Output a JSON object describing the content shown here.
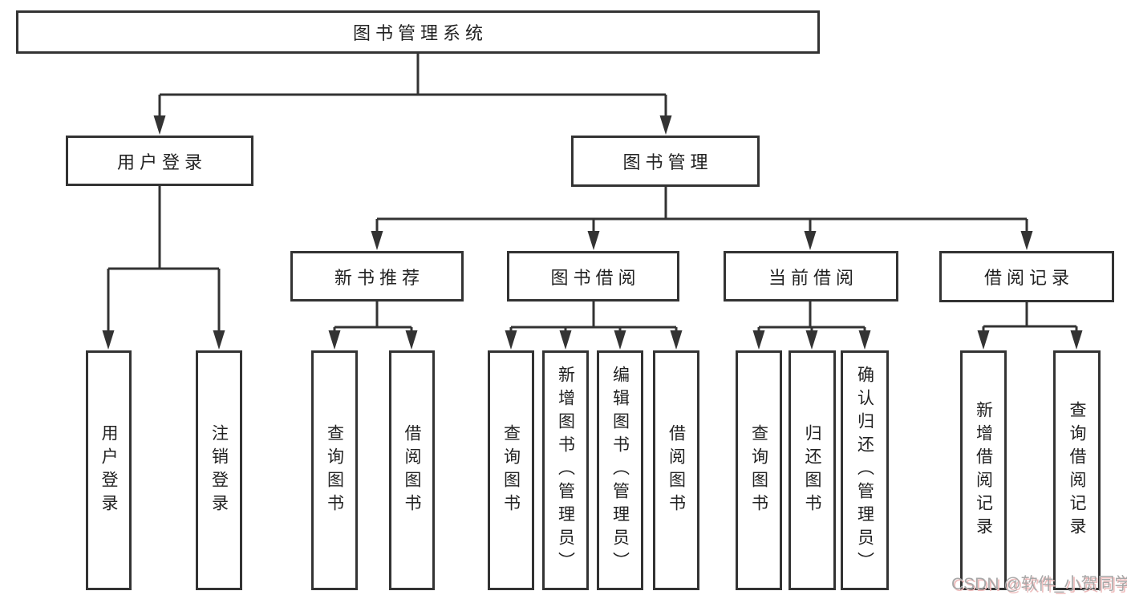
{
  "nodes": {
    "root": "图书管理系统",
    "level2": {
      "user_login": "用户登录",
      "book_management": "图书管理"
    },
    "level3": {
      "new_book_recommend": "新书推荐",
      "book_borrowing": "图书借阅",
      "current_borrowing": "当前借阅",
      "borrowing_records": "借阅记录"
    },
    "leaves": {
      "user_login": "用户登录",
      "logout": "注销登录",
      "recommend_query_books": "查询图书",
      "recommend_borrow_books": "借阅图书",
      "borrowing_query_books": "查询图书",
      "borrowing_add_books_admin": "新增图书（管理员）",
      "borrowing_edit_books_admin": "编辑图书（管理员）",
      "borrowing_borrow_books": "借阅图书",
      "current_query_books": "查询图书",
      "current_return_books": "归还图书",
      "current_confirm_return_admin": "确认归还（管理员）",
      "records_add_borrow_record": "新增借阅记录",
      "records_query_borrow_record": "查询借阅记录"
    }
  },
  "watermark": "CSDN @软件_小贺同学",
  "colors": {
    "line": "#333333",
    "text": "#222222",
    "background": "#ffffff",
    "watermark_text": "#a8a8a8",
    "watermark_shadow": "#eebcbc"
  }
}
